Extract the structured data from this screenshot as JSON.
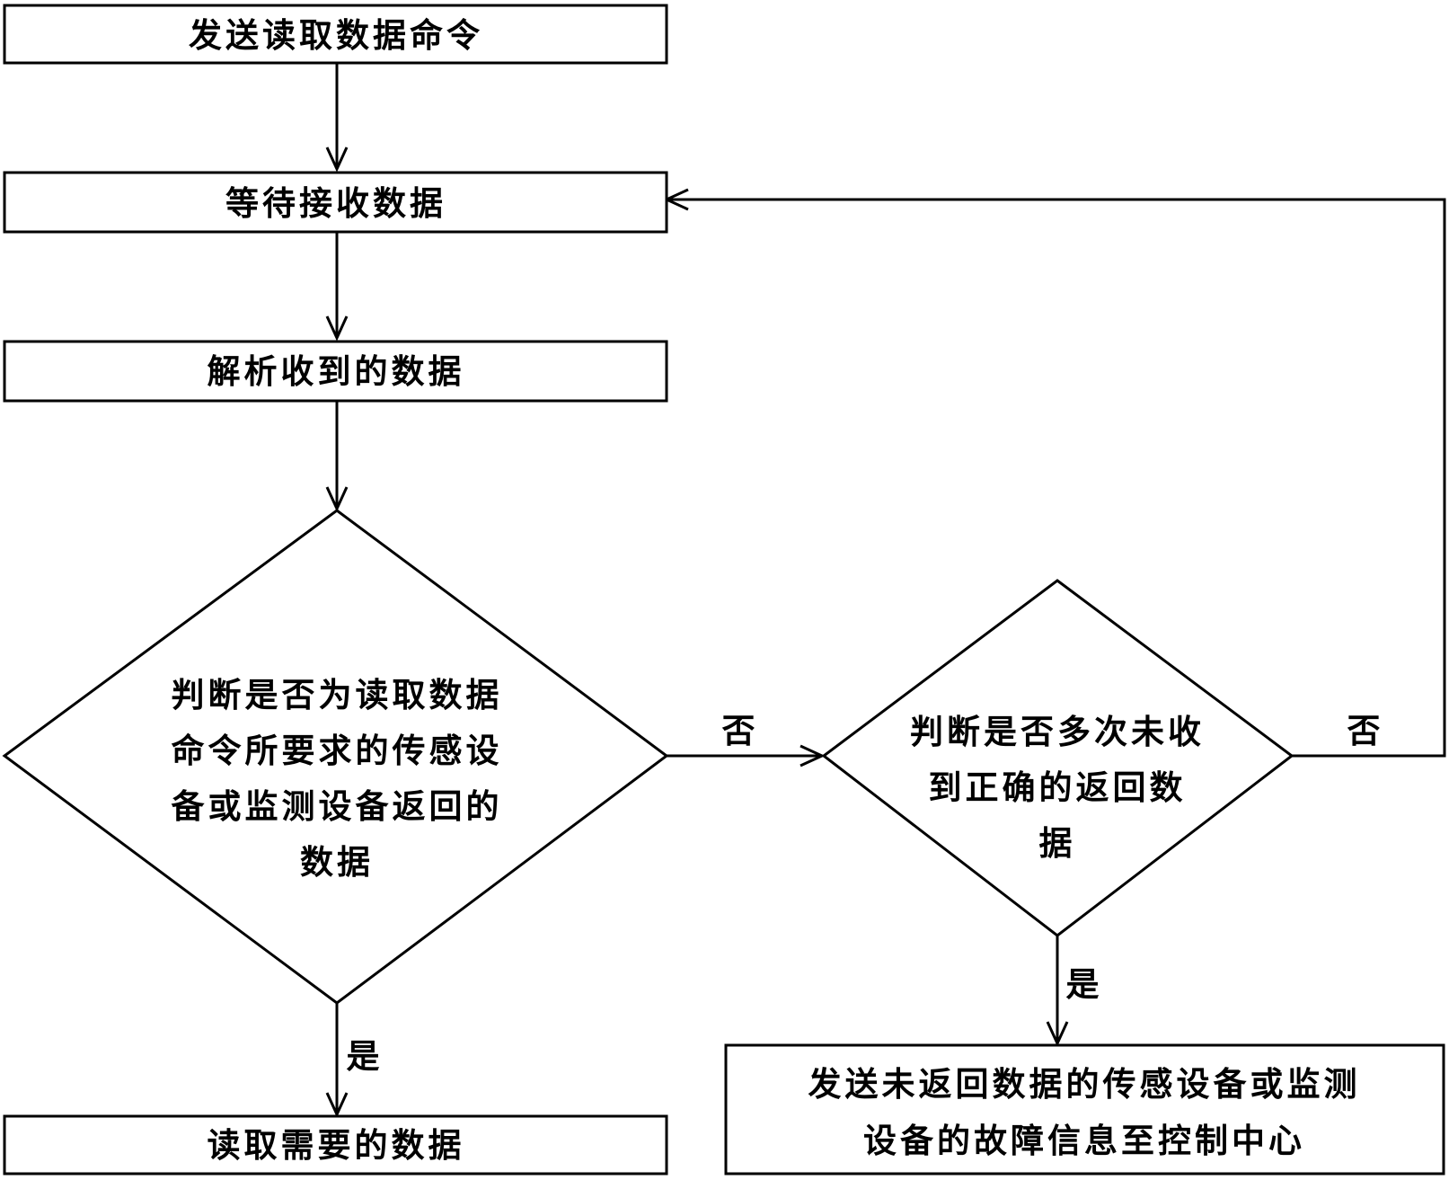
{
  "nodes": {
    "send_command": "发送读取数据命令",
    "wait_receive": "等待接收数据",
    "parse_data": "解析收到的数据",
    "judge_source": [
      "判断是否为读取数据",
      "命令所要求的传感设",
      "备或监测设备返回的",
      "数据"
    ],
    "judge_repeated": [
      "判断是否多次未收",
      "到正确的返回数",
      "据"
    ],
    "read_needed": "读取需要的数据",
    "send_fault": [
      "发送未返回数据的传感设备或监测",
      "设备的故障信息至控制中心"
    ]
  },
  "edges": {
    "judge_source_no": "否",
    "judge_source_yes": "是",
    "judge_repeated_no": "否",
    "judge_repeated_yes": "是"
  }
}
